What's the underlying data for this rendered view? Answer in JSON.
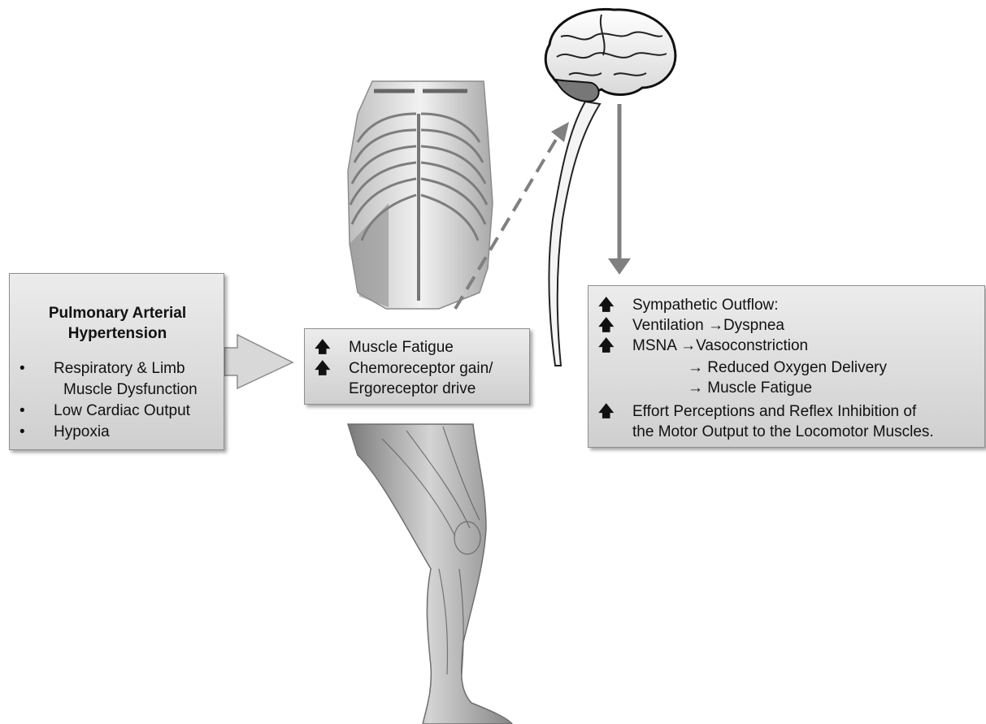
{
  "pah": {
    "title_line1": "Pulmonary Arterial",
    "title_line2": "Hypertension",
    "bullet_glyph": "•",
    "items": [
      "Respiratory & Limb",
      "Muscle Dysfunction",
      "Low Cardiac Output",
      "Hypoxia"
    ]
  },
  "middle": {
    "up_glyph": "🡅",
    "line1": "Muscle Fatigue",
    "line2": "Chemoreceptor gain/",
    "line3": "Ergoreceptor drive"
  },
  "right": {
    "up_glyph": "🡅",
    "line1": "Sympathetic Outflow:",
    "line2": "Ventilation →Dyspnea",
    "line3": "MSNA →Vasoconstriction",
    "line4": "→ Reduced Oxygen Delivery",
    "line5": "→ Muscle Fatigue",
    "line6": "Effort Perceptions and Reflex Inhibition of",
    "line7": "the Motor Output to the Locomotor Muscles."
  },
  "colors": {
    "box_fill": "#dcdcdc",
    "arrow_gray": "#808080",
    "illustration": "#9a9a9a"
  },
  "icons": [
    "brain-icon",
    "ribcage-icon",
    "leg-muscles-icon",
    "spinal-cord-icon"
  ]
}
